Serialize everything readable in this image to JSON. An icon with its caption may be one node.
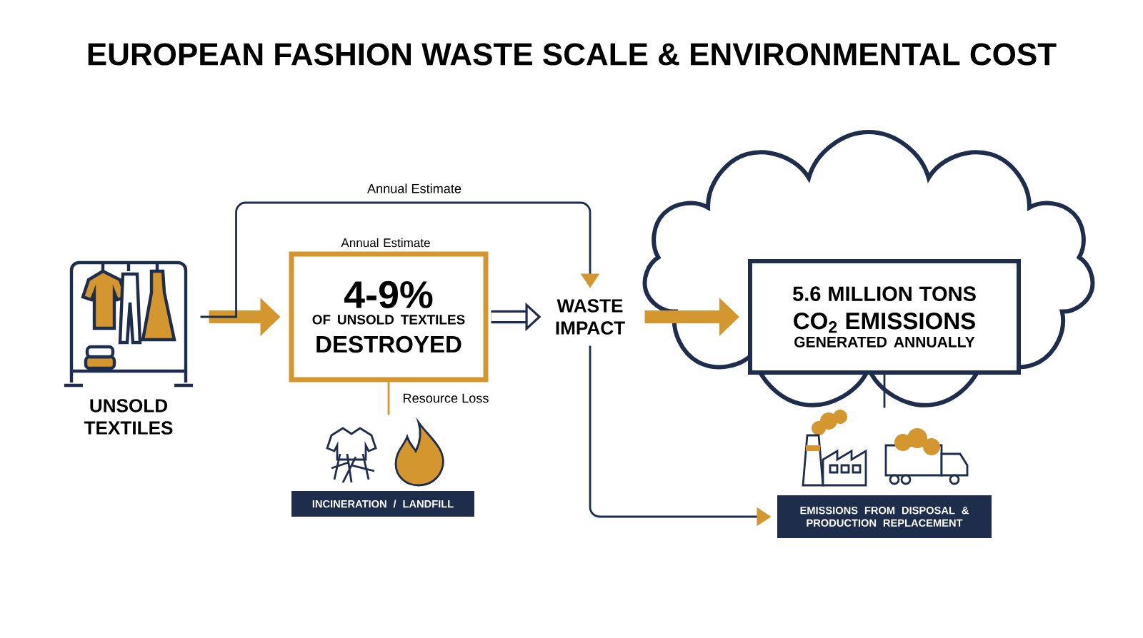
{
  "diagram": {
    "title": "EUROPEAN FASHION WASTE SCALE & ENVIRONMENTAL COST",
    "nodes": [
      {
        "text": [],
        "shape": "picture",
        "beside": [
          "UNSOLD TEXTILES"
        ]
      },
      {
        "text": [
          "4-9%",
          "OF UNSOLD TEXTILES",
          "DESTROYED"
        ],
        "beside": [
          "Annual Estimate"
        ]
      },
      {
        "text": [
          "WASTE IMPACT"
        ]
      },
      {
        "text": [],
        "shape": "cloud"
      },
      {
        "text": [
          "5.6 MILLION TONS",
          "CO$_{2}$ EMISSIONS",
          "GENERATED ANNUALLY"
        ],
        "in": 3
      },
      {
        "text": [],
        "shape": "picture"
      },
      {
        "text": [
          "INCINERATION / LANDFILL"
        ]
      },
      {
        "text": [],
        "shape": "picture"
      },
      {
        "text": [
          "EMISSIONS FROM DISPOSAL & PRODUCTION REPLACEMENT"
        ]
      }
    ],
    "edges": [
      {
        "from": 0,
        "to": 1,
        "arrow": "to",
        "style": "thick",
        "color": "#d4962e"
      },
      {
        "from": 0,
        "to": 2,
        "arrow": "to",
        "label": "Annual Estimate"
      },
      {
        "from": 1,
        "to": 2,
        "arrow": "to",
        "style": "thick"
      },
      {
        "from": 2,
        "to": 4,
        "arrow": "to",
        "style": "thick",
        "color": "#d4962e"
      },
      {
        "from": 1,
        "to": 5,
        "arrow": "none",
        "label": "Resource Loss",
        "color": "#d4962e"
      },
      {
        "from": 4,
        "to": 7,
        "arrow": "none"
      },
      {
        "from": 2,
        "to": 8,
        "arrow": "to"
      }
    ]
  }
}
